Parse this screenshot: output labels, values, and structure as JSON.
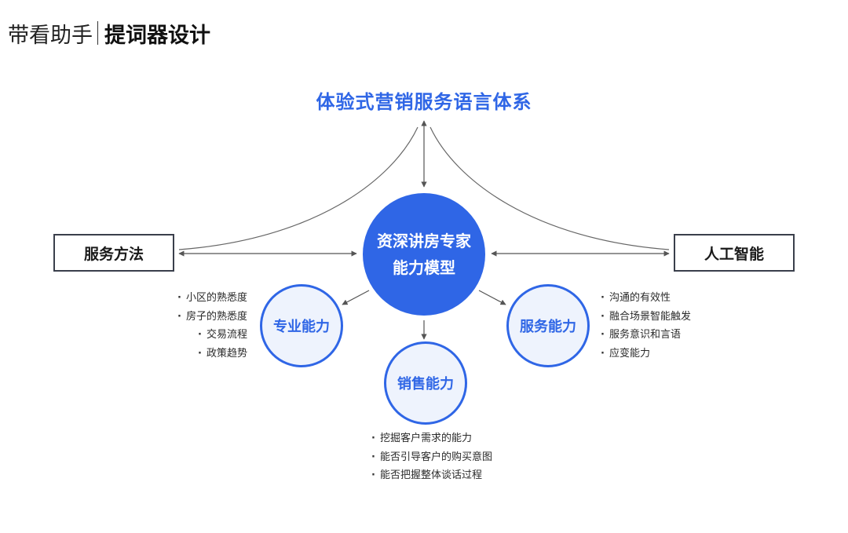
{
  "header": {
    "brand": "带看助手",
    "title": "提词器设计"
  },
  "diagram": {
    "top_title": "体验式营销服务语言体系",
    "left_node": "服务方法",
    "right_node": "人工智能",
    "core": {
      "line1": "资深讲房专家",
      "line2": "能力模型"
    },
    "capabilities": {
      "professional": {
        "label": "专业能力",
        "items": [
          "小区的熟悉度",
          "房子的熟悉度",
          "交易流程",
          "政策趋势"
        ]
      },
      "sales": {
        "label": "销售能力",
        "items": [
          "挖掘客户需求的能力",
          "能否引导客户的购买意图",
          "能否把握整体谈话过程"
        ]
      },
      "service": {
        "label": "服务能力",
        "items": [
          "沟通的有效性",
          "融合场景智能触发",
          "服务意识和言语",
          "应变能力"
        ]
      }
    },
    "colors": {
      "accent": "#2f66e6",
      "accent_light": "#eef3fd",
      "box_border": "#3a3f4b",
      "connector": "#555555"
    }
  }
}
